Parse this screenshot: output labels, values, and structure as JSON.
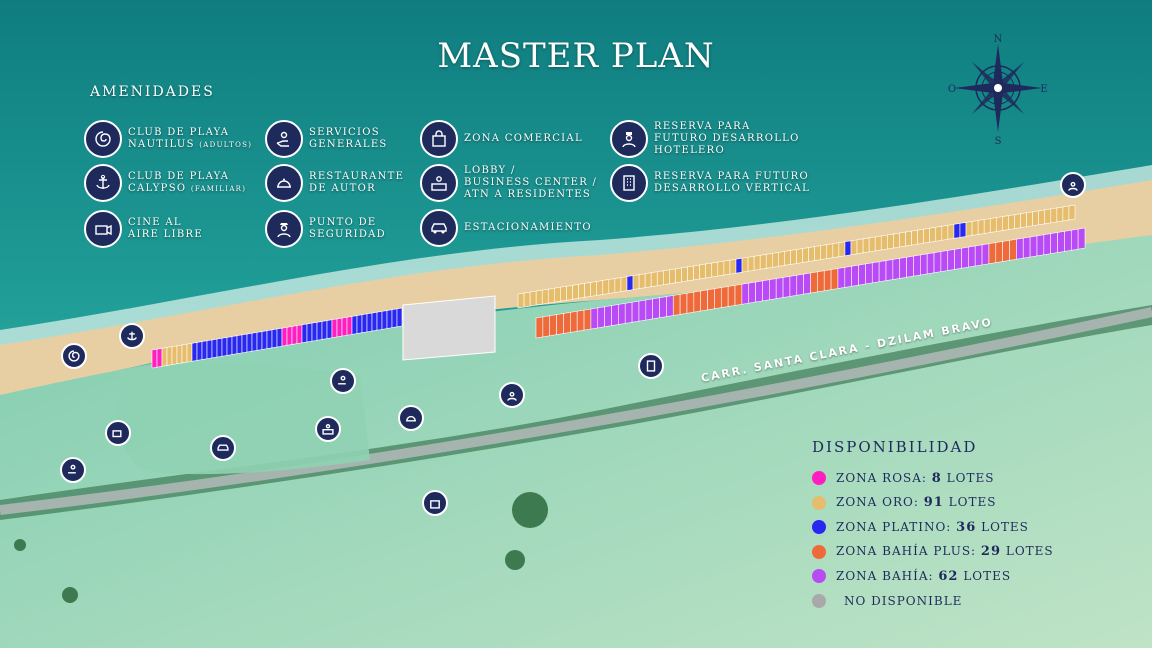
{
  "title": "MASTER PLAN",
  "amenities": {
    "heading": "AMENIDADES",
    "items": [
      {
        "name": "amenity-club-nautilus",
        "icon": "nautilus-shell-icon",
        "line1": "Club de Playa",
        "line2": "Nautilus",
        "note": "(Adultos)"
      },
      {
        "name": "amenity-club-calypso",
        "icon": "anchor-icon",
        "line1": "Club de Playa",
        "line2": "Calypso",
        "note": "(Familiar)"
      },
      {
        "name": "amenity-cine",
        "icon": "movie-projector-icon",
        "line1": "Cine al",
        "line2": "Aire Libre",
        "note": ""
      },
      {
        "name": "amenity-servicios",
        "icon": "service-hand-icon",
        "line1": "Servicios",
        "line2": "Generales",
        "note": ""
      },
      {
        "name": "amenity-restaurante",
        "icon": "cloche-icon",
        "line1": "Restaurante",
        "line2": "de Autor",
        "note": ""
      },
      {
        "name": "amenity-seguridad",
        "icon": "security-guard-icon",
        "line1": "Punto de",
        "line2": "Seguridad",
        "note": ""
      },
      {
        "name": "amenity-comercial",
        "icon": "shopping-bag-icon",
        "line1": "Zona Comercial",
        "line2": "",
        "note": ""
      },
      {
        "name": "amenity-lobby",
        "icon": "reception-desk-icon",
        "line1": "Lobby /",
        "line2": "Business Center /",
        "line3": "Atn a Residentes",
        "note": ""
      },
      {
        "name": "amenity-estacionamiento",
        "icon": "car-icon",
        "line1": "Estacionamiento",
        "line2": "",
        "note": ""
      },
      {
        "name": "amenity-hotelero",
        "icon": "bellhop-icon",
        "line1": "Reserva para",
        "line2": "Futuro Desarrollo",
        "line3": "Hotelero",
        "note": ""
      },
      {
        "name": "amenity-vertical",
        "icon": "building-icon",
        "line1": "Reserva para Futuro",
        "line2": "Desarrollo Vertical",
        "note": ""
      }
    ]
  },
  "compass": {
    "n": "N",
    "s": "S",
    "e": "E",
    "o": "O"
  },
  "road": "CARR. SANTA CLARA - DZILAM BRAVO",
  "availability": {
    "heading": "DISPONIBILIDAD",
    "zones": [
      {
        "label": "Zona Rosa:",
        "count": "8",
        "unit": "lotes",
        "color": "#ff1fc0"
      },
      {
        "label": "Zona Oro:",
        "count": "91",
        "unit": "lotes",
        "color": "#e6bd6d"
      },
      {
        "label": "Zona Platino:",
        "count": "36",
        "unit": "lotes",
        "color": "#2828f0"
      },
      {
        "label": "Zona Bahía Plus:",
        "count": "29",
        "unit": "lotes",
        "color": "#ee6a3a"
      },
      {
        "label": "Zona Bahía:",
        "count": "62",
        "unit": "lotes",
        "color": "#b84bf5"
      },
      {
        "label": "No disponible",
        "count": "",
        "unit": "",
        "color": "#a9a9a9"
      }
    ]
  },
  "colors": {
    "navy": "#1f2a5c",
    "sea": "#1e8d8a",
    "sand": "#e8cfa3",
    "lagoon": "#8fd1b3"
  }
}
